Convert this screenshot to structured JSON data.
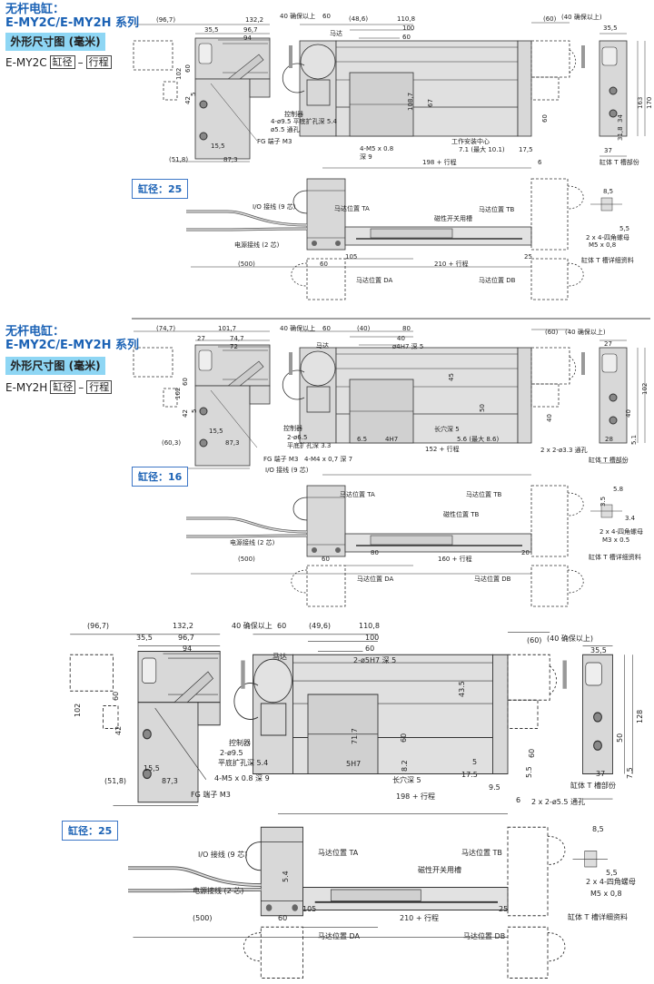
{
  "sections": [
    {
      "title_line1": "无杆电缸：",
      "title_line2": "E-MY2C/E-MY2H 系列",
      "spec_label": "外形尺寸图 (毫米)",
      "model": "E-MY2C",
      "bore_field": "缸径",
      "dash": "–",
      "stroke_field": "行程",
      "bore_label": "缸径：25",
      "labels": [
        "(96,7)",
        "132,2",
        "35,5",
        "96,7",
        "94",
        "102",
        "60",
        "42",
        "5",
        "15,5",
        "(51,8)",
        "87,3",
        "FG 端子 M3",
        "40 确保以上",
        "60",
        "(48,6)",
        "110,8",
        "100",
        "60",
        "马达",
        "控制器",
        "4-ø9.5 平底扩孔深 5.4",
        "ø5.5 通孔",
        "108,7",
        "67",
        "4-M5 x 0.8",
        "深 9",
        "工作安装中心",
        "7.1 (最大 10.1)",
        "17,5",
        "198 + 行程",
        "6",
        "(60)",
        "(40 确保以上)",
        "60",
        "35,5",
        "163",
        "170",
        "34",
        "31,8",
        "37",
        "缸体 T 槽部份",
        "I/O 接线 (9 芯)",
        "电源接线 (2 芯)",
        "马达位置 TA",
        "马达位置 TB",
        "磁性开关用槽",
        "(500)",
        "60",
        "105",
        "210 + 行程",
        "25",
        "马达位置 DA",
        "马达位置 DB",
        "8,5",
        "5,5",
        "2 x 4-四角螺母",
        "M5 x 0,8",
        "缸体 T 槽详细资料"
      ]
    },
    {
      "title_line1": "无杆电缸：",
      "title_line2": "E-MY2C/E-MY2H 系列",
      "spec_label": "外形尺寸图 (毫米)",
      "model": "E-MY2H",
      "bore_field": "缸径",
      "dash": "–",
      "stroke_field": "行程",
      "bore_label": "缸径：16",
      "labels": [
        "(74,7)",
        "101,7",
        "40 确保以上",
        "60",
        "(40)",
        "80",
        "27",
        "74,7",
        "72",
        "马达",
        "40",
        "ø4H7 深 5",
        "(60)",
        "(40 确保以上)",
        "27",
        "102",
        "60",
        "42",
        "5",
        "15,5",
        "(60,3)",
        "87,3",
        "控制器",
        "2-ø6.5",
        "平底扩孔深 3.3",
        "FG 端子 M3",
        "4-M4 x 0,7 深 7",
        "6.5",
        "4H7",
        "长穴深 5",
        "5.6 (最大 8.6)",
        "152 + 行程",
        "2 x 2-ø3.3 通孔",
        "45",
        "50",
        "40",
        "102",
        "40",
        "28",
        "5.1",
        "缸体 T 槽部份",
        "I/O 接线 (9 芯)",
        "马达位置 TA",
        "马达位置 TB",
        "磁性位置 TB",
        "电源接线 (2 芯)",
        "(500)",
        "60",
        "80",
        "160 + 行程",
        "20",
        "马达位置 DA",
        "马达位置 DB",
        "3.5",
        "5.8",
        "3.4",
        "2 x 4-四角螺母",
        "M3 x 0.5",
        "缸体 T 槽详细资料"
      ]
    },
    {
      "bore_label": "缸径：25",
      "labels": [
        "(96,7)",
        "132,2",
        "40 确保以上",
        "60",
        "(49,6)",
        "110,8",
        "35,5",
        "96,7",
        "94",
        "马达",
        "100",
        "60",
        "2-ø5H7 深 5",
        "(60)",
        "(40 确保以上)",
        "35,5",
        "102",
        "60",
        "42",
        "15,5",
        "(51,8)",
        "87,3",
        "FG 端子 M3",
        "控制器",
        "2-ø9.5",
        "平底扩孔深 5.4",
        "4-M5 x 0.8 深 9",
        "43.5",
        "71.7",
        "60",
        "5H7",
        "8.2",
        "长穴深 5",
        "5",
        "17.5",
        "9.5",
        "60",
        "5.5",
        "198 + 行程",
        "6",
        "2 x 2-ø5.5 通孔",
        "128",
        "50",
        "7.5",
        "37",
        "缸体 T 槽部份",
        "I/O 接线 (9 芯)",
        "电源接线 (2 芯)",
        "5.4",
        "马达位置 TA",
        "马达位置 TB",
        "磁性开关用槽",
        "(500)",
        "60",
        "105",
        "210 + 行程",
        "25",
        "马达位置 DA",
        "马达位置 DB",
        "8,5",
        "5,5",
        "2 x 4-四角螺母",
        "M5 x 0,8",
        "缸体 T 槽详细资料"
      ]
    }
  ],
  "colors": {
    "title_blue": "#1b62b5",
    "spec_box": "#8ed6f4",
    "part_fill": "#d8d8d8",
    "line": "#333333"
  }
}
